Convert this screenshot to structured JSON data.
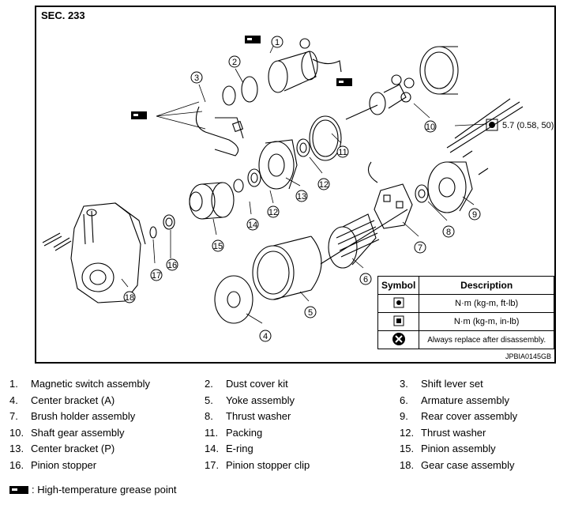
{
  "section_label": "SEC. 233",
  "figure_id": "JPBIA0145GB",
  "torque_value": "5.7 (0.58, 50)",
  "callouts": [
    "1",
    "2",
    "3",
    "4",
    "5",
    "6",
    "7",
    "8",
    "9",
    "10",
    "11",
    "12",
    "13",
    "14",
    "15",
    "16",
    "17",
    "18"
  ],
  "symbol_table": {
    "headers": [
      "Symbol",
      "Description"
    ],
    "rows": [
      {
        "icon": "torque-nm-kgm-ftlb-icon",
        "description": "N·m (kg-m, ft-lb)"
      },
      {
        "icon": "torque-nm-kgm-inlb-icon",
        "description": "N·m (kg-m, in-lb)"
      },
      {
        "icon": "always-replace-icon",
        "description": "Always replace after disassembly."
      }
    ]
  },
  "parts": [
    {
      "num": "1.",
      "name": "Magnetic switch assembly"
    },
    {
      "num": "2.",
      "name": "Dust cover kit"
    },
    {
      "num": "3.",
      "name": "Shift lever set"
    },
    {
      "num": "4.",
      "name": "Center bracket (A)"
    },
    {
      "num": "5.",
      "name": "Yoke assembly"
    },
    {
      "num": "6.",
      "name": "Armature assembly"
    },
    {
      "num": "7.",
      "name": "Brush holder assembly"
    },
    {
      "num": "8.",
      "name": "Thrust washer"
    },
    {
      "num": "9.",
      "name": "Rear cover assembly"
    },
    {
      "num": "10.",
      "name": "Shaft gear assembly"
    },
    {
      "num": "11.",
      "name": "Packing"
    },
    {
      "num": "12.",
      "name": "Thrust washer"
    },
    {
      "num": "13.",
      "name": "Center bracket (P)"
    },
    {
      "num": "14.",
      "name": "E-ring"
    },
    {
      "num": "15.",
      "name": "Pinion assembly"
    },
    {
      "num": "16.",
      "name": "Pinion stopper"
    },
    {
      "num": "17.",
      "name": "Pinion stopper clip"
    },
    {
      "num": "18.",
      "name": "Gear case assembly"
    }
  ],
  "grease_note": ": High-temperature grease point"
}
